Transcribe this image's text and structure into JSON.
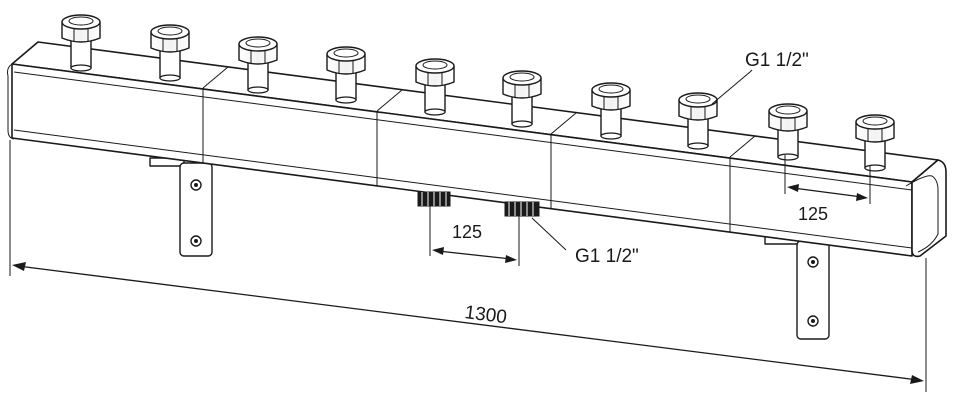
{
  "drawing": {
    "top_connection_label": "G1 1/2\"",
    "bottom_connection_label": "G1 1/2\"",
    "top_spacing_label": "125",
    "bottom_spacing_label": "125",
    "overall_length_label": "1300"
  },
  "colors": {
    "line": "#1a1a1a",
    "background": "#ffffff"
  }
}
